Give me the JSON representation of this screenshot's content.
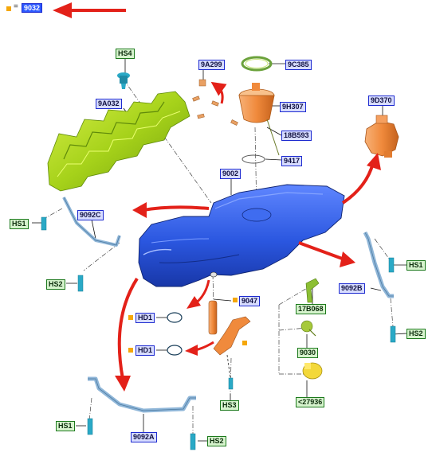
{
  "legend": {
    "equals": "=",
    "code": "9032"
  },
  "labels": {
    "hs4": "HS4",
    "9a299": "9A299",
    "9c385": "9C385",
    "9a032": "9A032",
    "9h307": "9H307",
    "9d370": "9D370",
    "18b593": "18B593",
    "9417": "9417",
    "9002": "9002",
    "hs1_left": "HS1",
    "9092c": "9092C",
    "hs2_left": "HS2",
    "9047": "9047",
    "17b068": "17B068",
    "hd1_top": "HD1",
    "hd1_bottom": "HD1",
    "9030": "9030",
    "hs3": "HS3",
    "27936": "<27936",
    "hs1_right": "HS1",
    "9092b": "9092B",
    "hs2_right": "HS2",
    "hs1_bottom": "HS1",
    "9092a": "9092A",
    "hs2_bottom": "HS2"
  },
  "colors": {
    "arrow_red": "#e32119",
    "tank_blue": "#2b57e0",
    "shield_green": "#a6d21a",
    "pump_orange": "#f08a3c",
    "fastener_cyan": "#2aa9c6",
    "strap_blue": "#8fb6d8",
    "legend_orange": "#f5a70a"
  }
}
